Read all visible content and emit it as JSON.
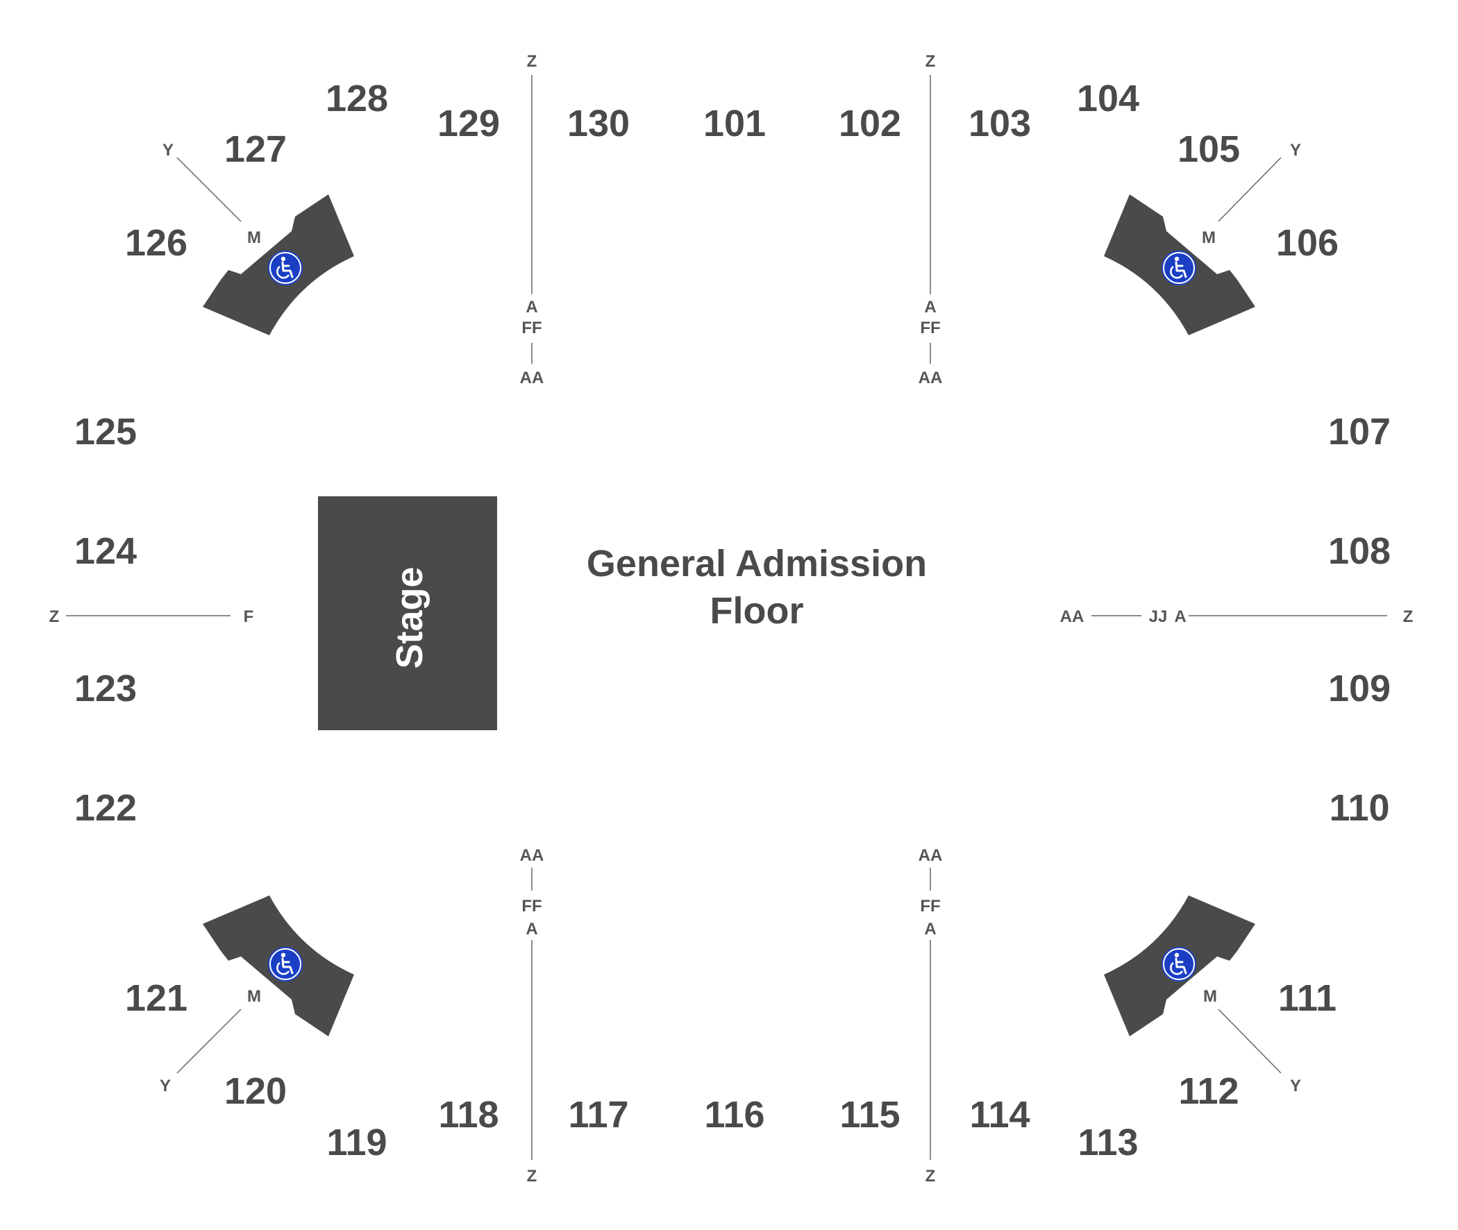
{
  "colors": {
    "text": "#4a4a4a",
    "block": "#4a4a4a",
    "accessible": "#1a3fc4",
    "background": "#ffffff"
  },
  "stage": {
    "label": "Stage"
  },
  "floor": {
    "line1": "General Admission",
    "line2": "Floor"
  },
  "sections": {
    "s101": "101",
    "s102": "102",
    "s103": "103",
    "s104": "104",
    "s105": "105",
    "s106": "106",
    "s107": "107",
    "s108": "108",
    "s109": "109",
    "s110": "110",
    "s111": "111",
    "s112": "112",
    "s113": "113",
    "s114": "114",
    "s115": "115",
    "s116": "116",
    "s117": "117",
    "s118": "118",
    "s119": "119",
    "s120": "120",
    "s121": "121",
    "s122": "122",
    "s123": "123",
    "s124": "124",
    "s125": "125",
    "s126": "126",
    "s127": "127",
    "s128": "128",
    "s129": "129",
    "s130": "130"
  },
  "row_markers": {
    "top_left": {
      "top": "Z",
      "a": "A",
      "ff": "FF",
      "aa": "AA"
    },
    "top_right": {
      "top": "Z",
      "a": "A",
      "ff": "FF",
      "aa": "AA"
    },
    "bottom_left": {
      "aa": "AA",
      "ff": "FF",
      "a": "A",
      "bottom": "Z"
    },
    "bottom_right": {
      "aa": "AA",
      "ff": "FF",
      "a": "A",
      "bottom": "Z"
    },
    "left": {
      "z": "Z",
      "f": "F"
    },
    "right": {
      "aa": "AA",
      "jj": "JJ",
      "a": "A",
      "z": "Z"
    },
    "corner_nw": {
      "y": "Y",
      "m": "M"
    },
    "corner_ne": {
      "y": "Y",
      "m": "M"
    },
    "corner_sw": {
      "y": "Y",
      "m": "M"
    },
    "corner_se": {
      "y": "Y",
      "m": "M"
    }
  },
  "icons": {
    "accessible": "wheelchair-icon"
  }
}
